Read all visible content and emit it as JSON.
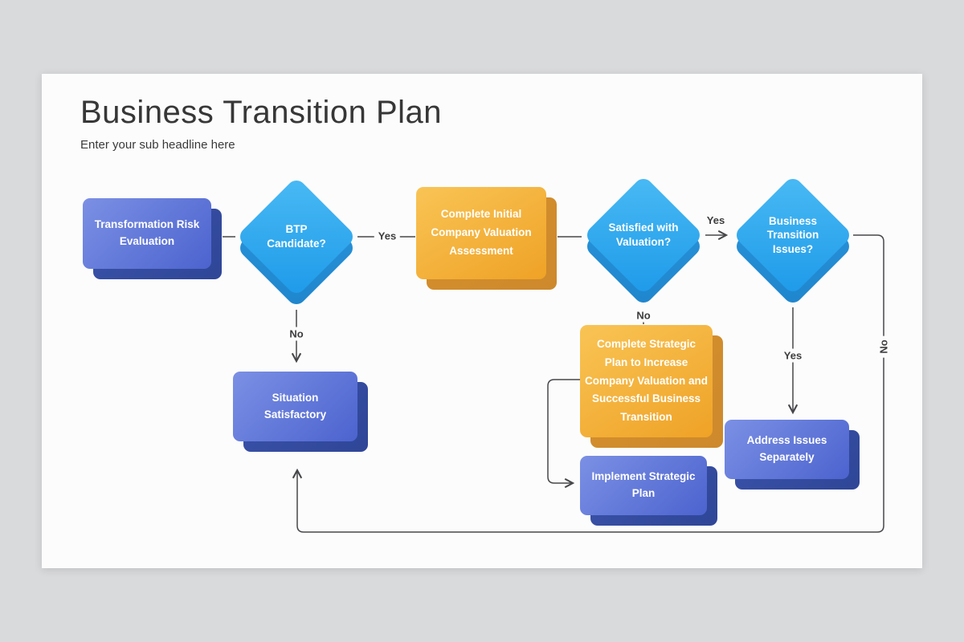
{
  "slide": {
    "title": "Business Transition Plan",
    "subtitle": "Enter your sub headline here"
  },
  "flowchart": {
    "nodes": {
      "transformation_risk": {
        "type": "process",
        "label": "Transformation Risk Evaluation"
      },
      "btp_candidate": {
        "type": "decision",
        "label": "BTP Candidate?"
      },
      "complete_initial": {
        "type": "process",
        "label": "Complete Initial Company Valuation Assessment"
      },
      "satisfied_valuation": {
        "type": "decision",
        "label": "Satisfied with Valuation?"
      },
      "transition_issues": {
        "type": "decision",
        "label": "Business Transition Issues?"
      },
      "complete_strategic": {
        "type": "process",
        "label": "Complete Strategic Plan to Increase Company Valuation and Successful Business Transition"
      },
      "implement_strategic": {
        "type": "process",
        "label": "Implement Strategic Plan"
      },
      "situation_satisfactory": {
        "type": "process",
        "label": "Situation Satisfactory"
      },
      "address_issues": {
        "type": "process",
        "label": "Address Issues Separately"
      }
    },
    "edge_labels": {
      "btp_yes": "Yes",
      "btp_no": "No",
      "satisfied_yes": "Yes",
      "satisfied_no": "No",
      "issues_yes": "Yes",
      "issues_no": "No"
    },
    "colors": {
      "blue_box_light": "#7b90e4",
      "blue_box_dark": "#4c63cf",
      "blue_box_shadow": "#3b53aa",
      "diamond_light": "#49baf4",
      "diamond_dark": "#1e9ae9",
      "diamond_shadow": "#1f86cd",
      "orange_light": "#f9c455",
      "orange_dark": "#efa226",
      "orange_shadow": "#d68f2d",
      "connector": "#46474a"
    }
  }
}
